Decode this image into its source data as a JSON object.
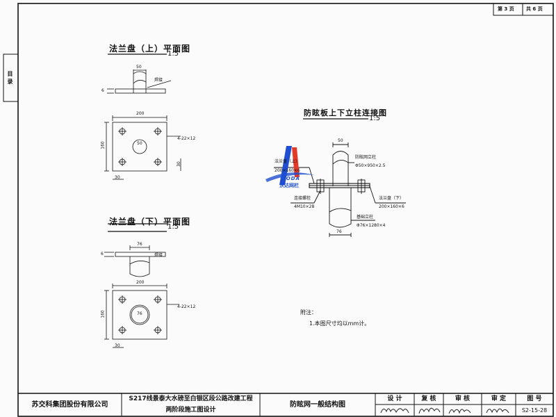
{
  "header": {
    "page_label": "第 3 页",
    "total_label": "共 6 页"
  },
  "side_tab": {
    "label": "目 录"
  },
  "views": {
    "upper_flange": {
      "title": "法兰盘（上）平面图",
      "scale": "1:5",
      "dim_width": "50",
      "dim_thick": "6",
      "weld_label": "焊接",
      "dim_plate_w": "200",
      "dim_plate_h": "160",
      "dim_hole": "50",
      "bolt_spec": "4-22×12",
      "dim_edge_right": "30",
      "dim_edge_bottom": "30"
    },
    "lower_flange": {
      "title": "法兰盘（下）平面图",
      "scale": "1:5",
      "dim_width": "76",
      "dim_thick": "6",
      "weld_label": "焊接",
      "dim_plate_w": "200",
      "dim_plate_h": "160",
      "dim_hole": "76",
      "bolt_spec": "4-22×12",
      "dim_edge_bottom": "30"
    },
    "connection": {
      "title": "防眩板上下立柱连接图",
      "scale": "1:5",
      "dim_top": "50",
      "dim_bottom": "76",
      "upper_flange_label": "法兰盘（上）",
      "upper_flange_spec": "200×160×6",
      "post_label": "防眩网立柱",
      "post_spec": "Φ50×950×2.5",
      "bolt_label": "连接螺栓",
      "bolt_spec": "4M10×28",
      "lower_flange_label": "法兰盘（下）",
      "lower_flange_spec": "200×160×6",
      "base_label": "基础立柱",
      "base_spec": "Φ76×1280×4"
    }
  },
  "watermark": {
    "brand_en": "WODA",
    "brand_cn": "沃达网栏"
  },
  "notes": {
    "title": "附注：",
    "items": [
      "1.本图尺寸均以mm计。"
    ]
  },
  "title_block": {
    "company": "苏交科集团股份有限公司",
    "project_line1": "S217线景泰大水磅至白银区段公路改建工程",
    "project_line2": "两阶段施工图设计",
    "drawing_title": "防眩网一般结构图",
    "roles": [
      "设 计",
      "复 核",
      "审 核",
      "审 定"
    ],
    "drawing_no_label": "图 号",
    "drawing_no": "S2-15-28"
  }
}
